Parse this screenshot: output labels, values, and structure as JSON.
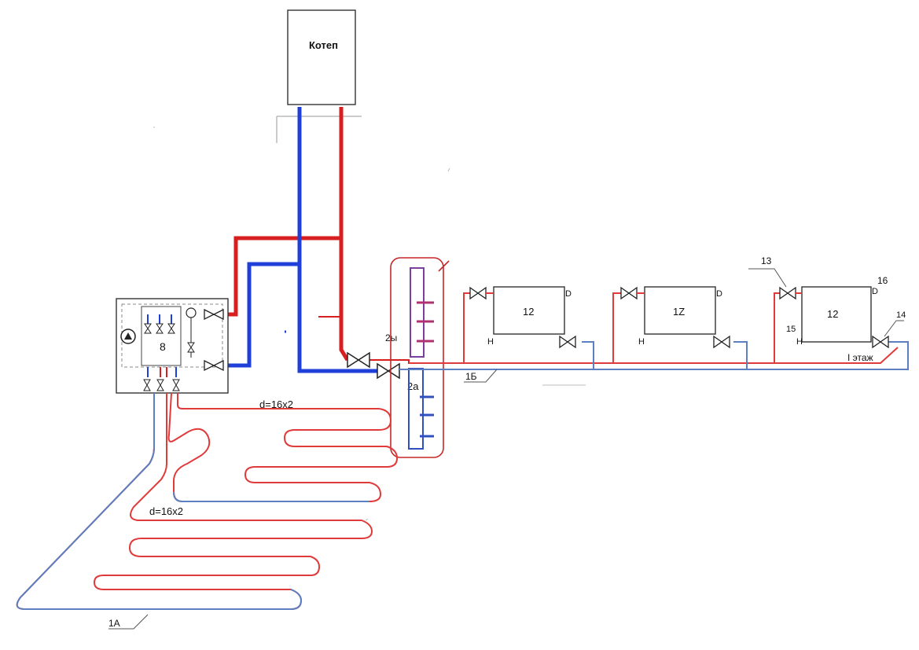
{
  "labels": {
    "boiler": "Котеп",
    "manifold_number": "8",
    "radiator_1": "12",
    "radiator_2": "1Z",
    "radiator_3": "12",
    "floor_loop_pipe_upper": "d=16x2",
    "floor_loop_pipe_lower": "d=16x2",
    "loop_1a": "1А",
    "line_1b": "1Б",
    "valve_2a": "2а",
    "valve_2b": "2ы",
    "ref_13": "13",
    "ref_14": "14",
    "ref_15": "15",
    "ref_16": "16",
    "floor_label": "I этаж"
  },
  "colors": {
    "supply": "#d81e1e",
    "return": "#1e3fd8",
    "floor_supply": "#e03a3a",
    "floor_return": "#5b7fc0",
    "highlight": "#c62828"
  }
}
